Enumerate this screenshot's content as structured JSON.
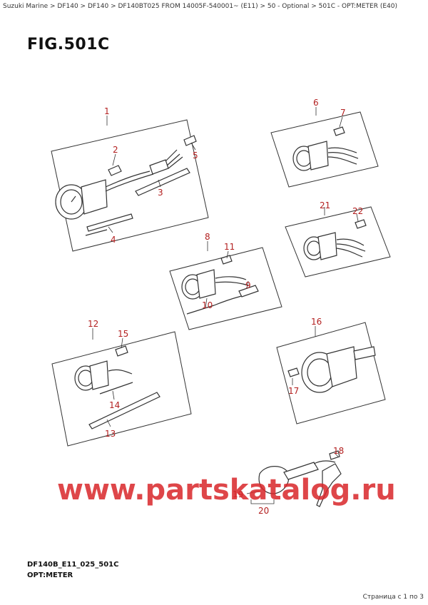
{
  "breadcrumb": "Suzuki Marine > DF140 > DF140 > DF140BT025 FROM 14005F-540001~ (E11) > 50 - Optional > 501C - OPT:METER (E40)",
  "figure_title": "FIG.501C",
  "footer": {
    "code": "DF140B_E11_025_501C",
    "name": "OPT:METER",
    "page_count": "Страница с 1 по 3"
  },
  "watermark": "www.partskatalog.ru",
  "callouts": {
    "c1": "1",
    "c2": "2",
    "c3": "3",
    "c4": "4",
    "c5": "5",
    "c6": "6",
    "c7": "7",
    "c8": "8",
    "c9": "9",
    "c10": "10",
    "c11": "11",
    "c12": "12",
    "c13": "13",
    "c14": "14",
    "c15": "15",
    "c16": "16",
    "c17": "17",
    "c18": "18",
    "c19": "19",
    "c20": "20",
    "c21": "21",
    "c22": "22"
  },
  "colors": {
    "callout": "#b32020",
    "line": "#333333",
    "watermark": "#d9262a"
  }
}
